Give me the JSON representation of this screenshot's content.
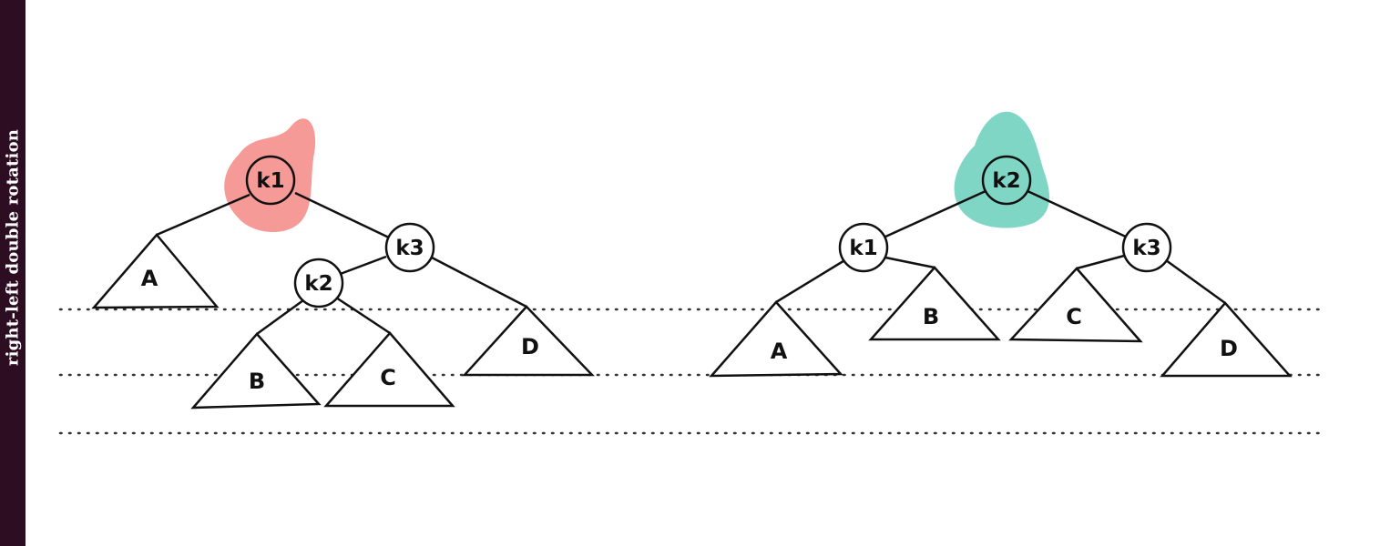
{
  "sidebar": {
    "label": "right-left double rotation"
  },
  "colors": {
    "sidebar_bg": "#2d0d22",
    "highlight_before": "#f59a96",
    "highlight_after": "#7fd6c4",
    "stroke": "#111111"
  },
  "before": {
    "nodes": {
      "k1": "k1",
      "k3": "k3",
      "k2": "k2"
    },
    "subtrees": {
      "A": "A",
      "B": "B",
      "C": "C",
      "D": "D"
    }
  },
  "after": {
    "nodes": {
      "k2": "k2",
      "k1": "k1",
      "k3": "k3"
    },
    "subtrees": {
      "A": "A",
      "B": "B",
      "C": "C",
      "D": "D"
    }
  }
}
